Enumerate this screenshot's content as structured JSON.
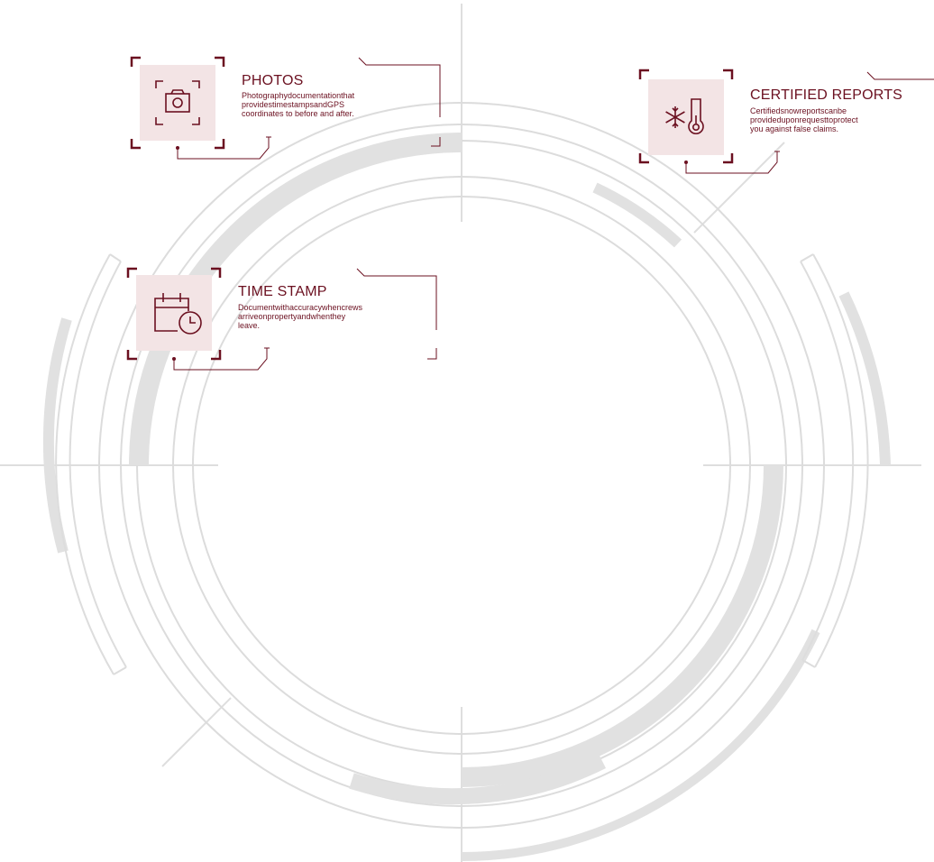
{
  "colors": {
    "accent": "#6b1020",
    "tile": "#f3e4e5",
    "ring": "#dcdcdc"
  },
  "features": [
    {
      "id": "photos",
      "icon": "camera-icon",
      "title": "PHOTOS",
      "description": "Photographydocumentationthat\nprovidestimestampsandGPS\ncoordinates to before and after."
    },
    {
      "id": "certified-reports",
      "icon": "snowflake-thermometer-icon",
      "title": "CERTIFIED REPORTS",
      "description": "Certifiedsnowreportscanbe\nprovideduponrequesttoprotect\nyou against false claims."
    },
    {
      "id": "time-stamp",
      "icon": "calendar-clock-icon",
      "title": "TIME STAMP",
      "description": "Documentwithaccuracywhencrews\narriveonpropertyandwhenthey\nleave."
    }
  ]
}
